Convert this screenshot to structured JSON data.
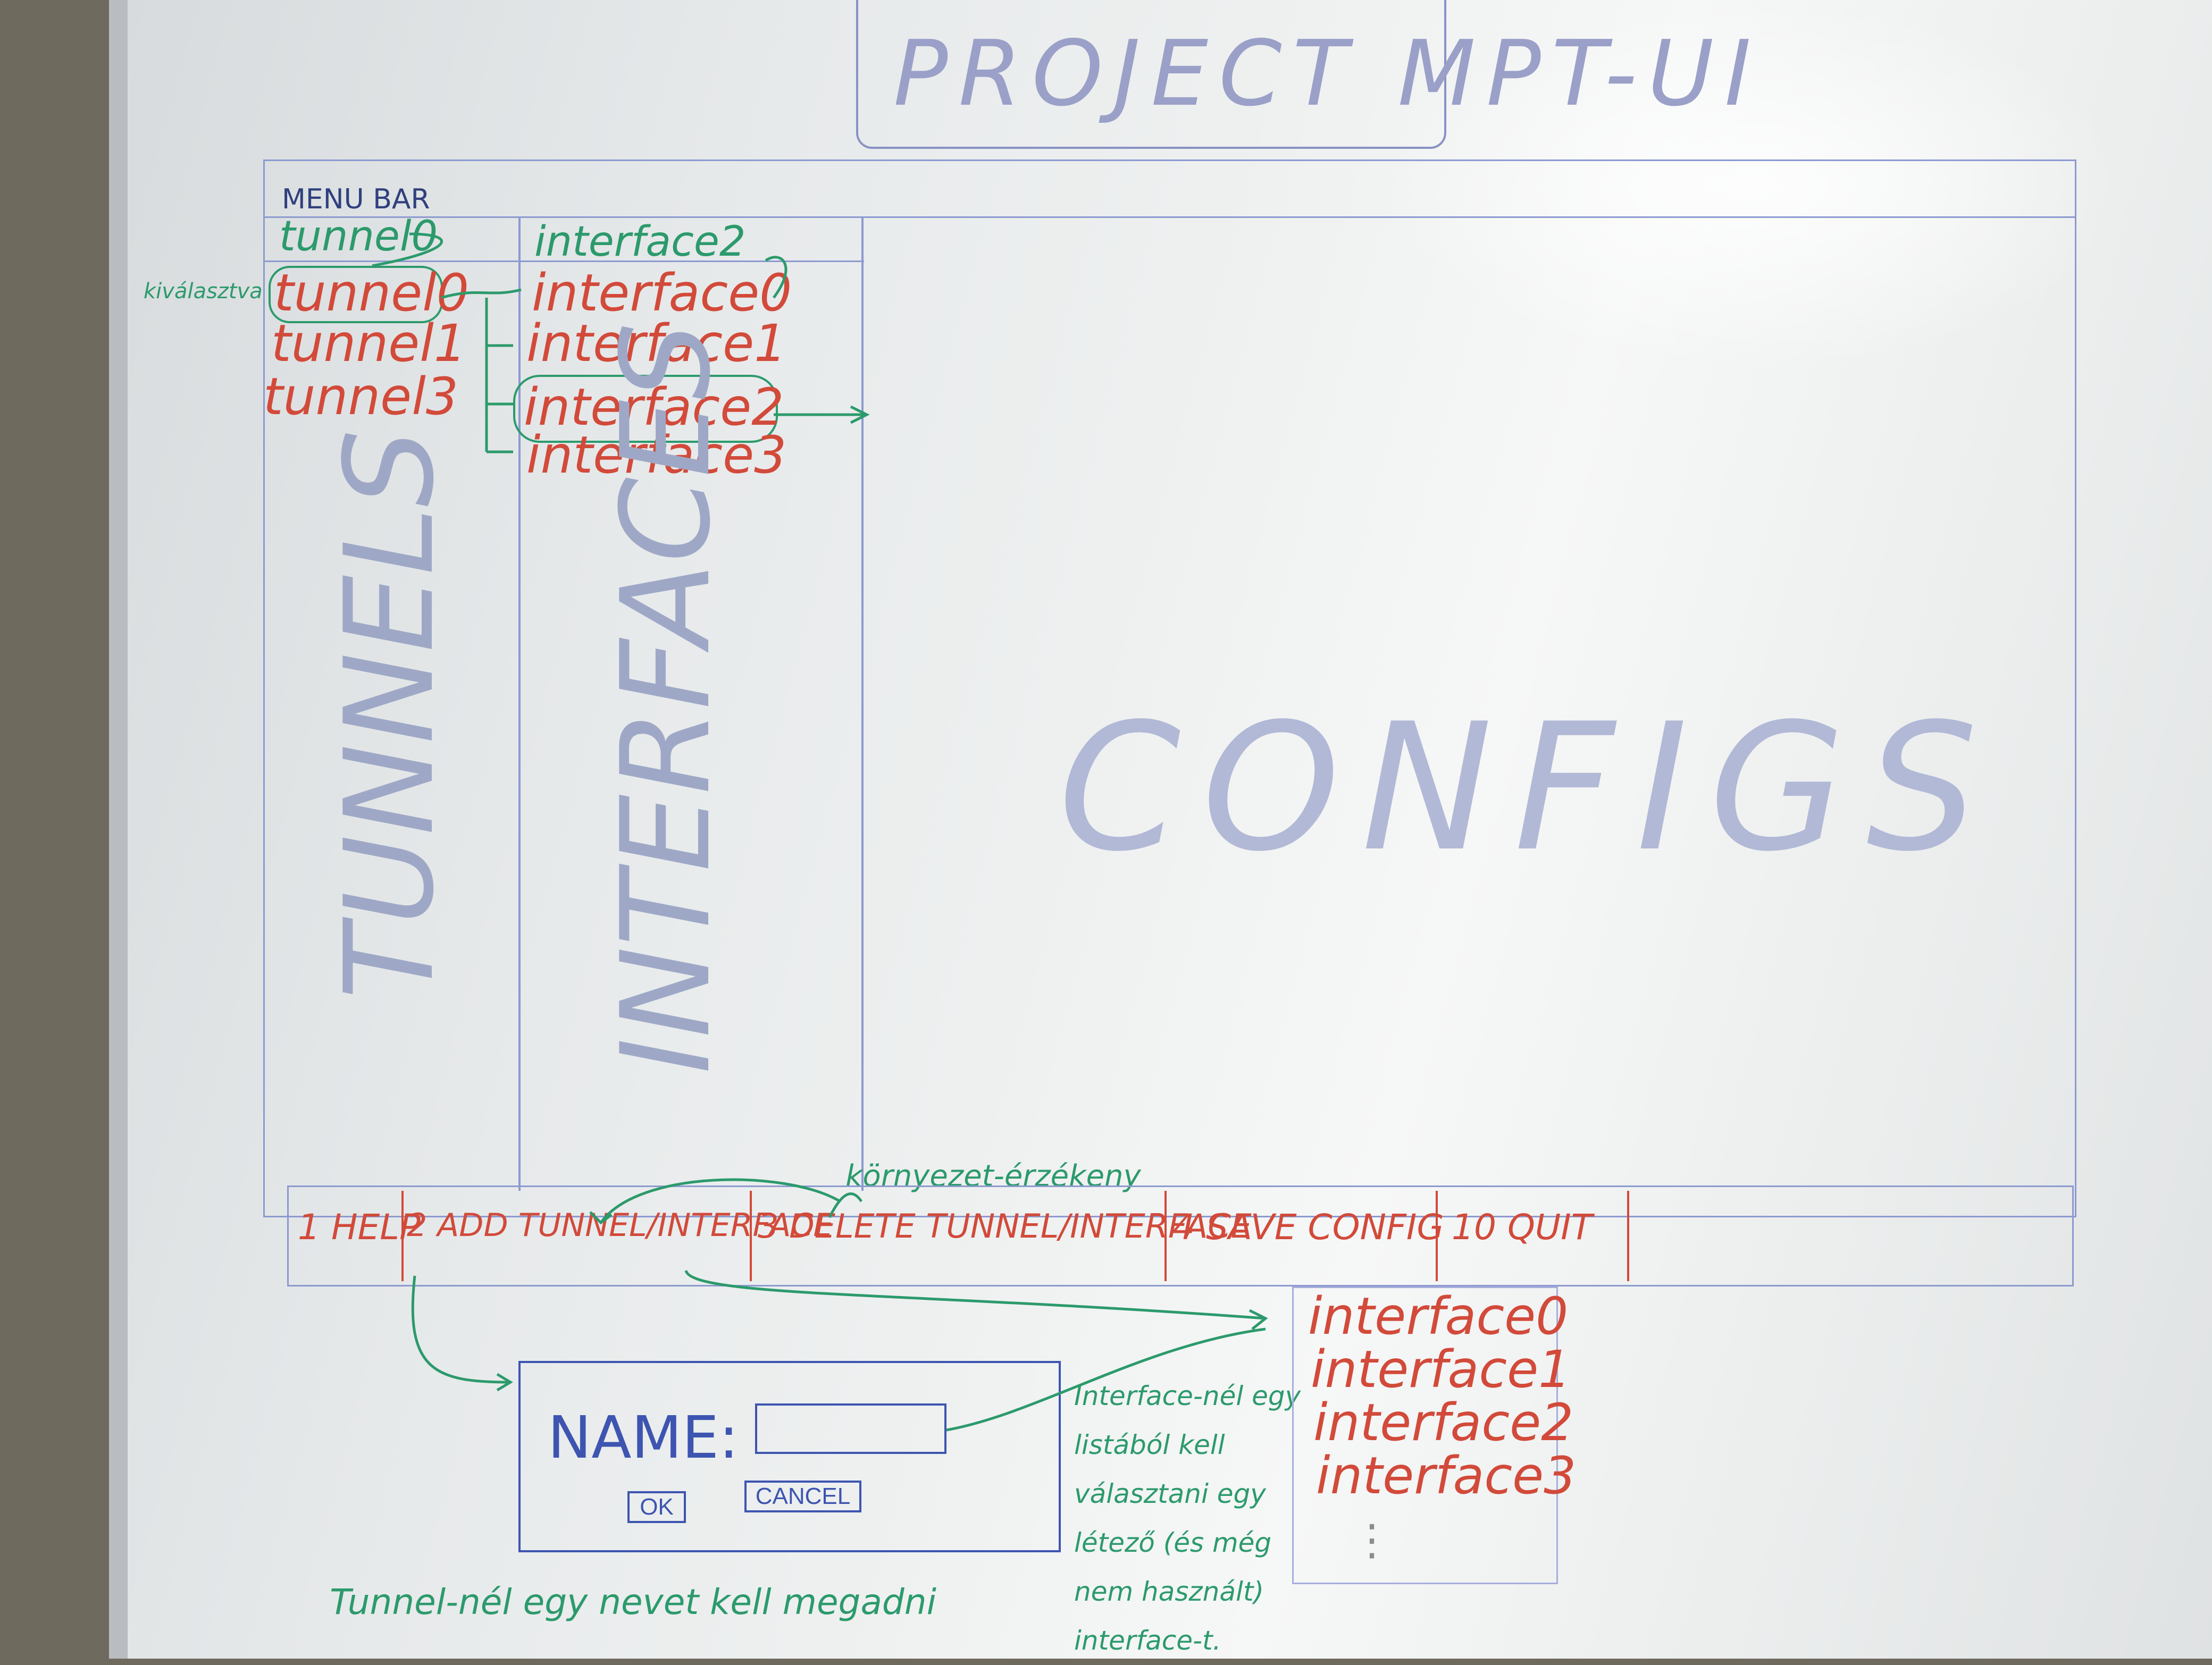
{
  "title": "PROJECT MPT-UI",
  "menubar": "MENU BAR",
  "tunnels": {
    "header": "TUNNELS",
    "selected_hint": "tunnel0",
    "items": [
      "tunnel0",
      "tunnel1",
      "tunnel3"
    ],
    "selection_note": "kiválasztva"
  },
  "interfaces": {
    "header": "INTERFACES",
    "selected_hint": "interface2",
    "items": [
      "interface0",
      "interface1",
      "interface2",
      "interface3"
    ]
  },
  "configs": {
    "header": "CONFIGS"
  },
  "function_bar": {
    "help": "1 HELP",
    "add": "2 ADD TUNNEL/INTERFACE",
    "delete": "3 DELETE TUNNEL/INTERFACE",
    "save": "4 SAVE CONFIG",
    "quit": "10 QUIT",
    "context_note": "környezet-érzékeny"
  },
  "dialog": {
    "name_label": "NAME:",
    "ok": "OK",
    "cancel": "CANCEL"
  },
  "notes": {
    "tunnel": "Tunnel-nél egy nevet kell megadni",
    "interface": "Interface-nél egy listából kell választani egy létező (és még nem használt) interface-t."
  },
  "dropdown": {
    "items": [
      "interface0",
      "interface1",
      "interface2",
      "interface3"
    ],
    "more": "⋮"
  }
}
